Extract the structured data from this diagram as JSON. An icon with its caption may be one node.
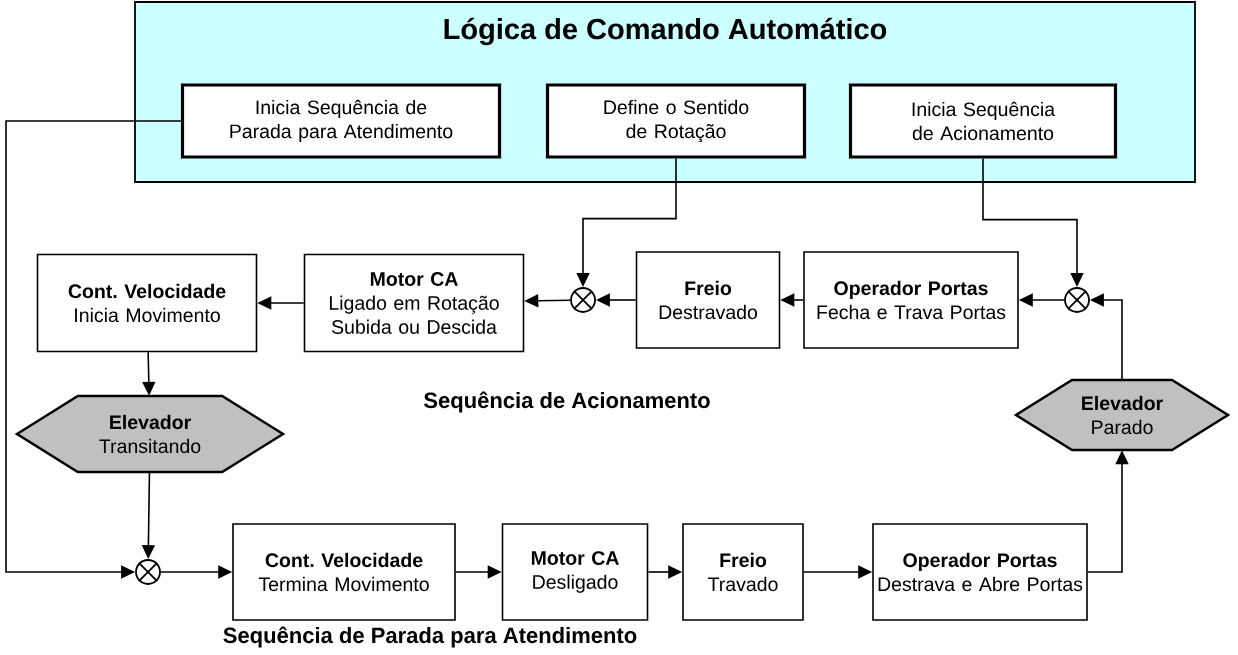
{
  "diagram": {
    "nodes": [
      {
        "text": [
          "Lógica de Comando Automático"
        ]
      },
      {
        "text": [
          "Inicia Sequência de Parada para Atendimento"
        ],
        "in": 0
      },
      {
        "text": [
          "Define o Sentido de Rotação"
        ],
        "in": 0
      },
      {
        "text": [
          "Inicia Sequência de Acionamento"
        ],
        "in": 0
      },
      {
        "text": [
          "Cont. Velocidade",
          "Inicia Movimento"
        ]
      },
      {
        "text": [
          "Motor CA",
          "Ligado em Rotação Subida ou Descida"
        ]
      },
      {
        "text": [],
        "shape": "circle"
      },
      {
        "text": [
          "Freio",
          "Destravado"
        ]
      },
      {
        "text": [
          "Operador Portas",
          "Fecha e Trava Portas"
        ]
      },
      {
        "text": [],
        "shape": "circle"
      },
      {
        "text": [
          "Elevador",
          "Transitando"
        ]
      },
      {
        "text": [
          "Elevador",
          "Parado"
        ]
      },
      {
        "text": [],
        "shape": "circle"
      },
      {
        "text": [
          "Cont. Velocidade",
          "Termina Movimento"
        ]
      },
      {
        "text": [
          "Motor CA",
          "Desligado"
        ]
      },
      {
        "text": [
          "Freio",
          "Travado"
        ]
      },
      {
        "text": [
          "Operador Portas",
          "Destrava e Abre Portas"
        ]
      }
    ],
    "edges": [
      {
        "from": 2,
        "to": 6,
        "arrow": "to"
      },
      {
        "from": 3,
        "to": 9,
        "arrow": "to"
      },
      {
        "from": 11,
        "to": 9,
        "arrow": "to"
      },
      {
        "from": 9,
        "to": 8,
        "arrow": "to"
      },
      {
        "from": 8,
        "to": 7,
        "arrow": "to"
      },
      {
        "from": 7,
        "to": 6,
        "arrow": "to"
      },
      {
        "from": 6,
        "to": 5,
        "arrow": "to"
      },
      {
        "from": 5,
        "to": 4,
        "arrow": "to"
      },
      {
        "from": 4,
        "to": 10,
        "arrow": "to"
      },
      {
        "from": 10,
        "to": 12,
        "arrow": "to"
      },
      {
        "from": 1,
        "to": 12,
        "arrow": "to"
      },
      {
        "from": 12,
        "to": 13,
        "arrow": "to"
      },
      {
        "from": 13,
        "to": 14,
        "arrow": "to"
      },
      {
        "from": 14,
        "to": 15,
        "arrow": "to"
      },
      {
        "from": 15,
        "to": 16,
        "arrow": "to"
      },
      {
        "from": 16,
        "to": 11,
        "arrow": "to"
      }
    ],
    "labels": [
      "Sequência de Acionamento",
      "Sequência de Parada para Atendimento"
    ]
  }
}
